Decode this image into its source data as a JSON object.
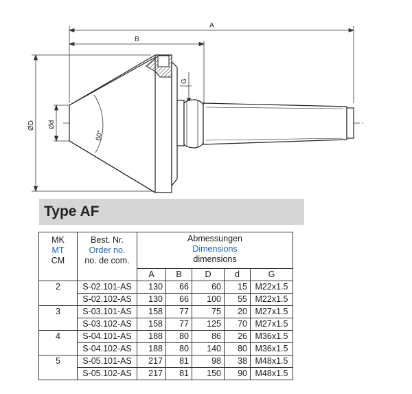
{
  "drawing": {
    "labels": {
      "A": "A",
      "B": "B",
      "G": "G",
      "D": "ØD",
      "d": "Ød",
      "angle": "60°"
    }
  },
  "title": "Type AF",
  "table": {
    "col1_header": {
      "de": "MK",
      "en": "MT",
      "fr": "CM"
    },
    "col2_header": {
      "de": "Best. Nr.",
      "en": "Order no.",
      "fr": "no. de com."
    },
    "dims_header": {
      "de": "Abmessungen",
      "en": "Dimensions",
      "fr": "dimensions"
    },
    "dim_cols": [
      "A",
      "B",
      "D",
      "d",
      "G"
    ],
    "groups": [
      {
        "mk": "2",
        "rows": [
          {
            "order": "S-02.101-AS",
            "A": "130",
            "B": "66",
            "D": "60",
            "d": "15",
            "G": "M22x1.5"
          },
          {
            "order": "S-02.102-AS",
            "A": "130",
            "B": "66",
            "D": "100",
            "d": "55",
            "G": "M22x1.5"
          }
        ]
      },
      {
        "mk": "3",
        "rows": [
          {
            "order": "S-03.101-AS",
            "A": "158",
            "B": "77",
            "D": "75",
            "d": "20",
            "G": "M27x1.5"
          },
          {
            "order": "S-03.102-AS",
            "A": "158",
            "B": "77",
            "D": "125",
            "d": "70",
            "G": "M27x1.5"
          }
        ]
      },
      {
        "mk": "4",
        "rows": [
          {
            "order": "S-04.101-AS",
            "A": "188",
            "B": "80",
            "D": "86",
            "d": "26",
            "G": "M36x1.5"
          },
          {
            "order": "S-04.102-AS",
            "A": "188",
            "B": "80",
            "D": "140",
            "d": "80",
            "G": "M36x1.5"
          }
        ]
      },
      {
        "mk": "5",
        "rows": [
          {
            "order": "S-05.101-AS",
            "A": "217",
            "B": "81",
            "D": "98",
            "d": "38",
            "G": "M48x1.5"
          },
          {
            "order": "S-05.102-AS",
            "A": "217",
            "B": "81",
            "D": "150",
            "d": "90",
            "G": "M48x1.5"
          }
        ]
      }
    ]
  }
}
